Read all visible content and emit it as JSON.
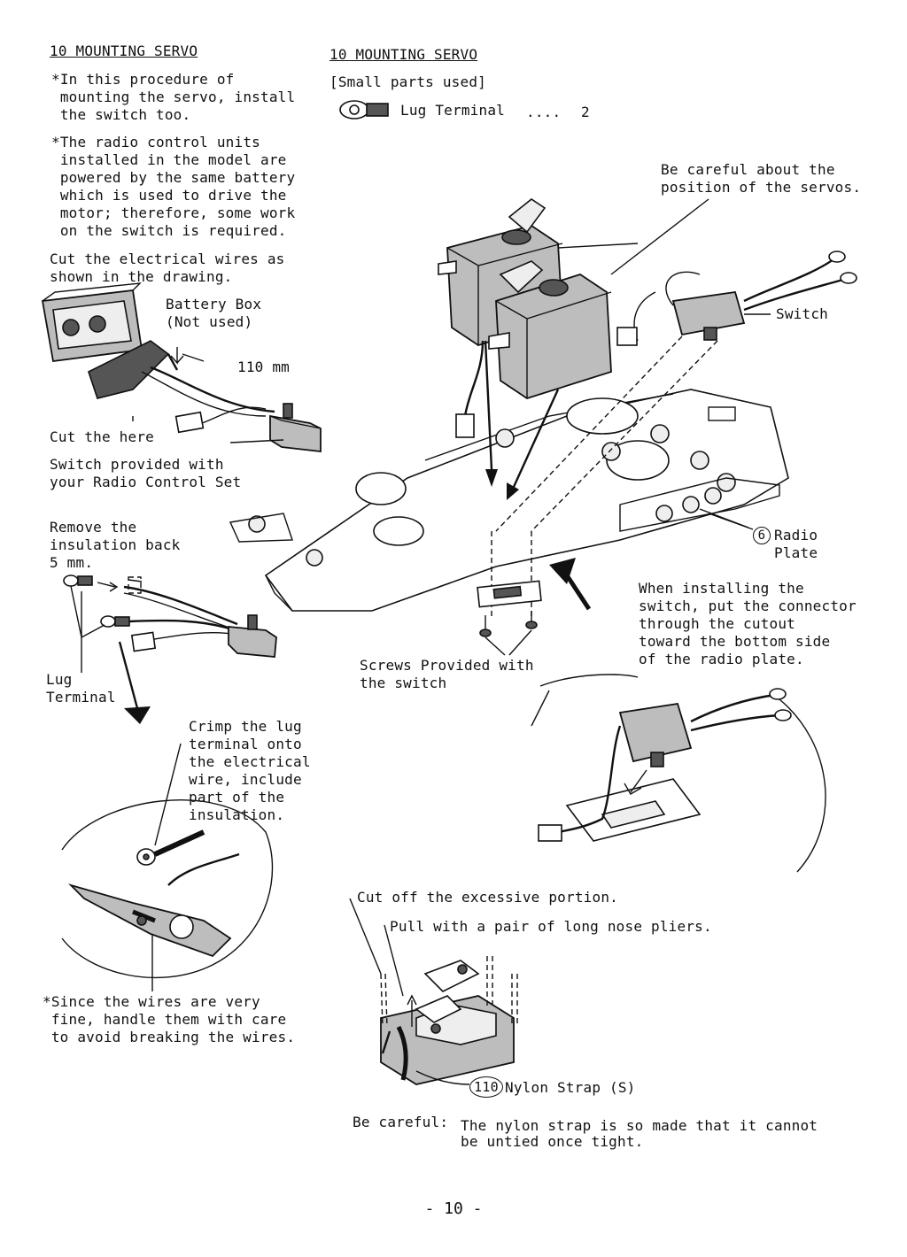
{
  "left": {
    "heading": "10 MOUNTING SERVO",
    "note1": [
      "*In this procedure of",
      " mounting the servo, install",
      " the switch too."
    ],
    "note2": [
      "*The radio control units",
      " installed in the model are",
      " powered by the same battery",
      " which is used to drive the",
      " motor; therefore, some work",
      " on the switch is required."
    ],
    "cut_instruction": [
      "Cut the electrical wires as",
      "shown in the drawing."
    ],
    "battery_box": [
      "Battery Box",
      "(Not used)"
    ],
    "length": "110 mm",
    "cut_here": "Cut the here",
    "switch_provided": [
      "Switch provided with",
      "your Radio Control Set"
    ],
    "remove_insulation": [
      "Remove the",
      "insulation back",
      "5 mm."
    ],
    "lug_terminal": [
      "Lug",
      "Terminal"
    ],
    "crimp": [
      "Crimp the lug",
      "terminal onto",
      "the electrical",
      "wire, include",
      "part of the",
      "insulation."
    ],
    "since": [
      "*Since the wires are very",
      " fine, handle them with care",
      " to avoid breaking the wires."
    ]
  },
  "right": {
    "heading": "10 MOUNTING SERVO",
    "small_parts": "[Small parts used]",
    "lug_label": "Lug Terminal",
    "lug_dots": "....",
    "lug_qty": "2",
    "careful_servos": [
      "Be careful about the",
      "position of the servos."
    ],
    "switch": "Switch",
    "radio_plate_num": "6",
    "radio_plate": [
      "Radio",
      "Plate"
    ],
    "when_installing": [
      "When installing the",
      "switch, put the connector",
      "through the cutout",
      "toward the bottom side",
      "of the radio plate."
    ],
    "screws": [
      "Screws Provided with",
      "the switch"
    ],
    "cut_off": "Cut off the excessive portion.",
    "pull": "Pull with a pair of long nose pliers.",
    "strap_num": "110",
    "strap": "Nylon Strap (S)",
    "be_careful_label": "Be careful:",
    "be_careful_text": [
      "The nylon strap is so made that it cannot",
      "be untied once tight."
    ]
  },
  "page_number": "- 10 -"
}
